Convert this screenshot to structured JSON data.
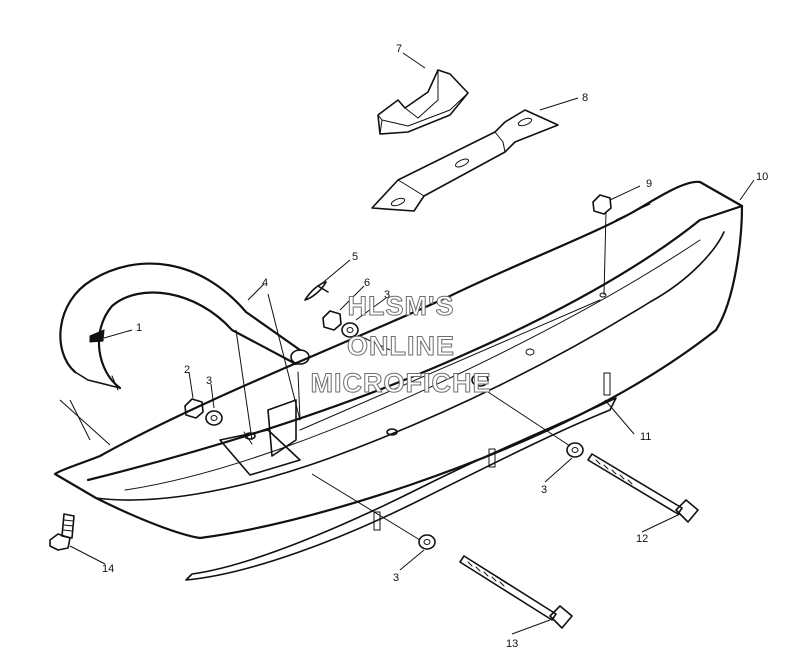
{
  "watermark": {
    "line1": "HLSM'S",
    "line2": "ONLINE",
    "line3": "MICROFICHE"
  },
  "callouts": {
    "c1": "1",
    "c2": "2",
    "c3a": "3",
    "c3b": "3",
    "c3c": "3",
    "c3d": "3",
    "c4": "4",
    "c5": "5",
    "c6": "6",
    "c7": "7",
    "c8": "8",
    "c9": "9",
    "c10": "10",
    "c11": "11",
    "c12": "12",
    "c13": "13",
    "c14": "14"
  }
}
